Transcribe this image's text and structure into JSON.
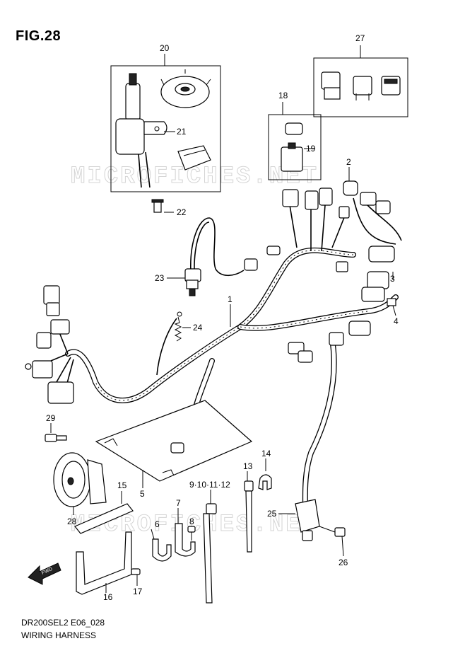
{
  "figure": {
    "title": "FIG.28",
    "model_code": "DR200SEL2 E06_028",
    "caption": "WIRING HARNESS"
  },
  "watermark": {
    "text": "MICROFICHES.NET",
    "color": "#d4d4d4"
  },
  "fwd_arrow": {
    "label": "FWD"
  },
  "callouts": {
    "c1": "1",
    "c2": "2",
    "c3": "3",
    "c4": "4",
    "c5": "5",
    "c6": "6",
    "c7": "7",
    "c8": "8",
    "c9_12": "9·10·11·12",
    "c13": "13",
    "c14": "14",
    "c15": "15",
    "c16": "16",
    "c17": "17",
    "c18": "18",
    "c19": "19",
    "c20": "20",
    "c21": "21",
    "c22": "22",
    "c23": "23",
    "c24": "24",
    "c25": "25",
    "c26": "26",
    "c27": "27",
    "c28": "28",
    "c29": "29"
  }
}
